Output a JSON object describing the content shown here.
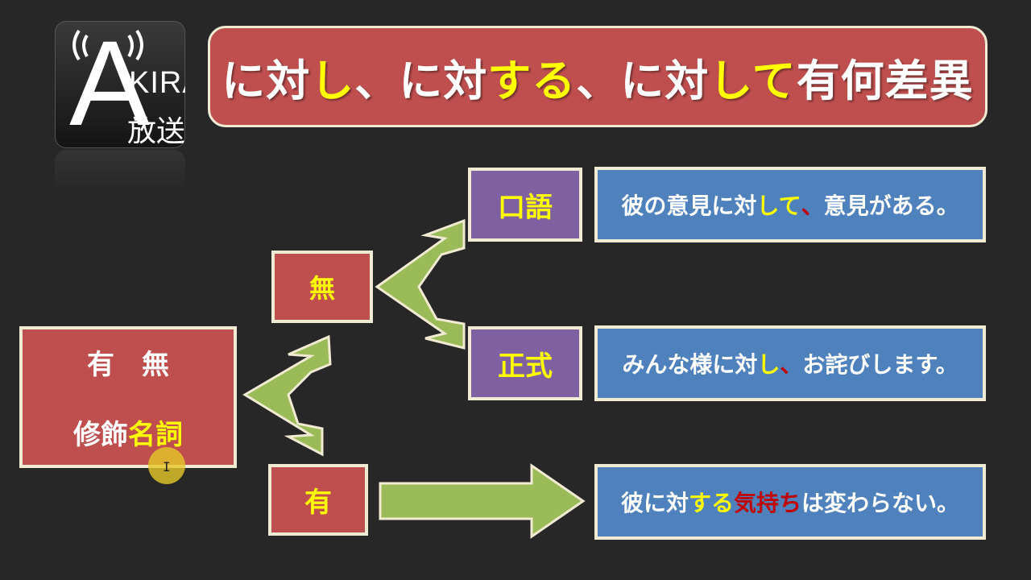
{
  "logo": {
    "letter": "A",
    "kira": "KIRA",
    "houso": "放送"
  },
  "title": {
    "p1": "に対",
    "p2": "し",
    "p3": "、に対",
    "p4": "する",
    "p5": "、に対",
    "p6": "して",
    "p7": "有何差異"
  },
  "main": {
    "line1": "有　無",
    "line2a": "修飾",
    "line2b": "名詞"
  },
  "branches": {
    "mu": "無",
    "yu": "有",
    "kougo": "口語",
    "seishiki": "正式"
  },
  "examples": {
    "ex1": {
      "a": "彼の意見に対",
      "b": "して",
      "c": "、",
      "d": "意見がある。"
    },
    "ex2": {
      "a": "みんな様に対",
      "b": "し",
      "c": "、",
      "d": "お詫びします。"
    },
    "ex3": {
      "a": "彼に対",
      "b": "する",
      "c": "気持ち",
      "d": "は変わらない。"
    }
  },
  "colors": {
    "background": "#272727",
    "red_box": "#bf4f4f",
    "purple_box": "#7f60a1",
    "blue_box": "#4f81bd",
    "arrow": "#9bbb59",
    "highlight_yellow": "#ffff00",
    "highlight_red": "#c00000"
  }
}
